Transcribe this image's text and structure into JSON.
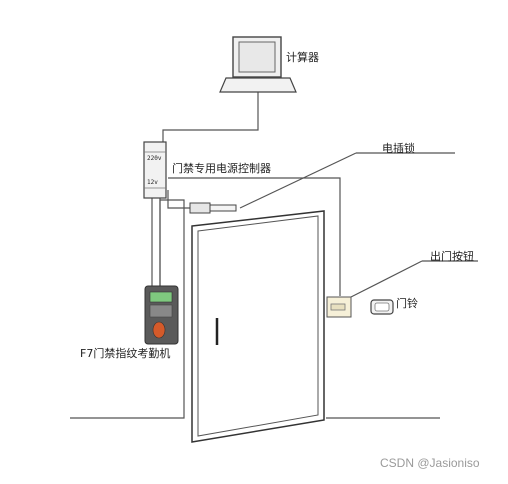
{
  "labels": {
    "computer": "计算器",
    "power_controller": "门禁专用电源控制器",
    "electric_lock": "电插锁",
    "exit_button": "出门按钮",
    "doorbell": "门铃",
    "fingerprint_terminal": "F7门禁指纹考勤机"
  },
  "controller_marks": {
    "top": "220v",
    "bottom": "12v"
  },
  "watermark": "CSDN @Jasioniso",
  "colors": {
    "line": "#555555",
    "device_fill": "#f2f2f2",
    "monitor_screen": "#e8e8e8",
    "terminal_body": "#5a5a5a",
    "terminal_screen": "#7fc97f",
    "terminal_sensor": "#d45a2a"
  }
}
